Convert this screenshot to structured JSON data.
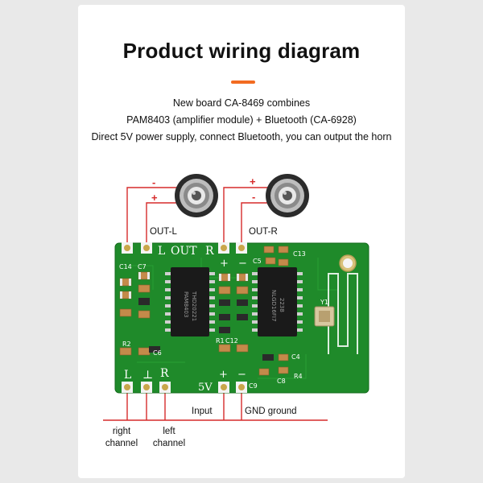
{
  "header": {
    "title": "Product wiring diagram",
    "accent_color": "#f26b21"
  },
  "description": {
    "lines": [
      "New board CA-8469 combines",
      "PAM8403 (amplifier module) + Bluetooth (CA-6928)",
      "Direct 5V power supply, connect Bluetooth, you can output the horn"
    ]
  },
  "diagram": {
    "wire_color": "#d62b2b",
    "board_color": "#1f8a2a",
    "outputs": {
      "left_label": "OUT-L",
      "right_label": "OUT-R",
      "left_top_sign": "-",
      "left_bottom_sign": "+",
      "right_top_sign": "+",
      "right_bottom_sign": "-"
    },
    "board_silkscreen": {
      "top_L": "L",
      "top_OUT": "OUT",
      "top_R": "R",
      "top_plus": "+",
      "top_minus": "−",
      "bottom_L": "L",
      "bottom_perp": "⊥",
      "bottom_R": "R",
      "bottom_5V": "5V",
      "bottom_plus": "+",
      "bottom_minus": "−",
      "chip1_line1": "PAM8403",
      "chip1_line2": "THD20221",
      "chip2_line1": "NLGD16FI7",
      "chip2_line2": "2238",
      "ref_C14": "C14",
      "ref_C7": "C7",
      "ref_C5": "C5",
      "ref_C13": "C13",
      "ref_C6": "C6",
      "ref_C12": "C12",
      "ref_C4": "C4",
      "ref_R4": "R4",
      "ref_C8": "C8",
      "ref_C9": "C9",
      "ref_R1": "R1",
      "ref_R2": "R2",
      "ref_Y1": "Y1"
    },
    "bottom_labels": {
      "input": "Input",
      "gnd": "GND ground",
      "right_channel_line1": "right",
      "right_channel_line2": "channel",
      "left_channel_line1": "left",
      "left_channel_line2": "channel"
    }
  }
}
